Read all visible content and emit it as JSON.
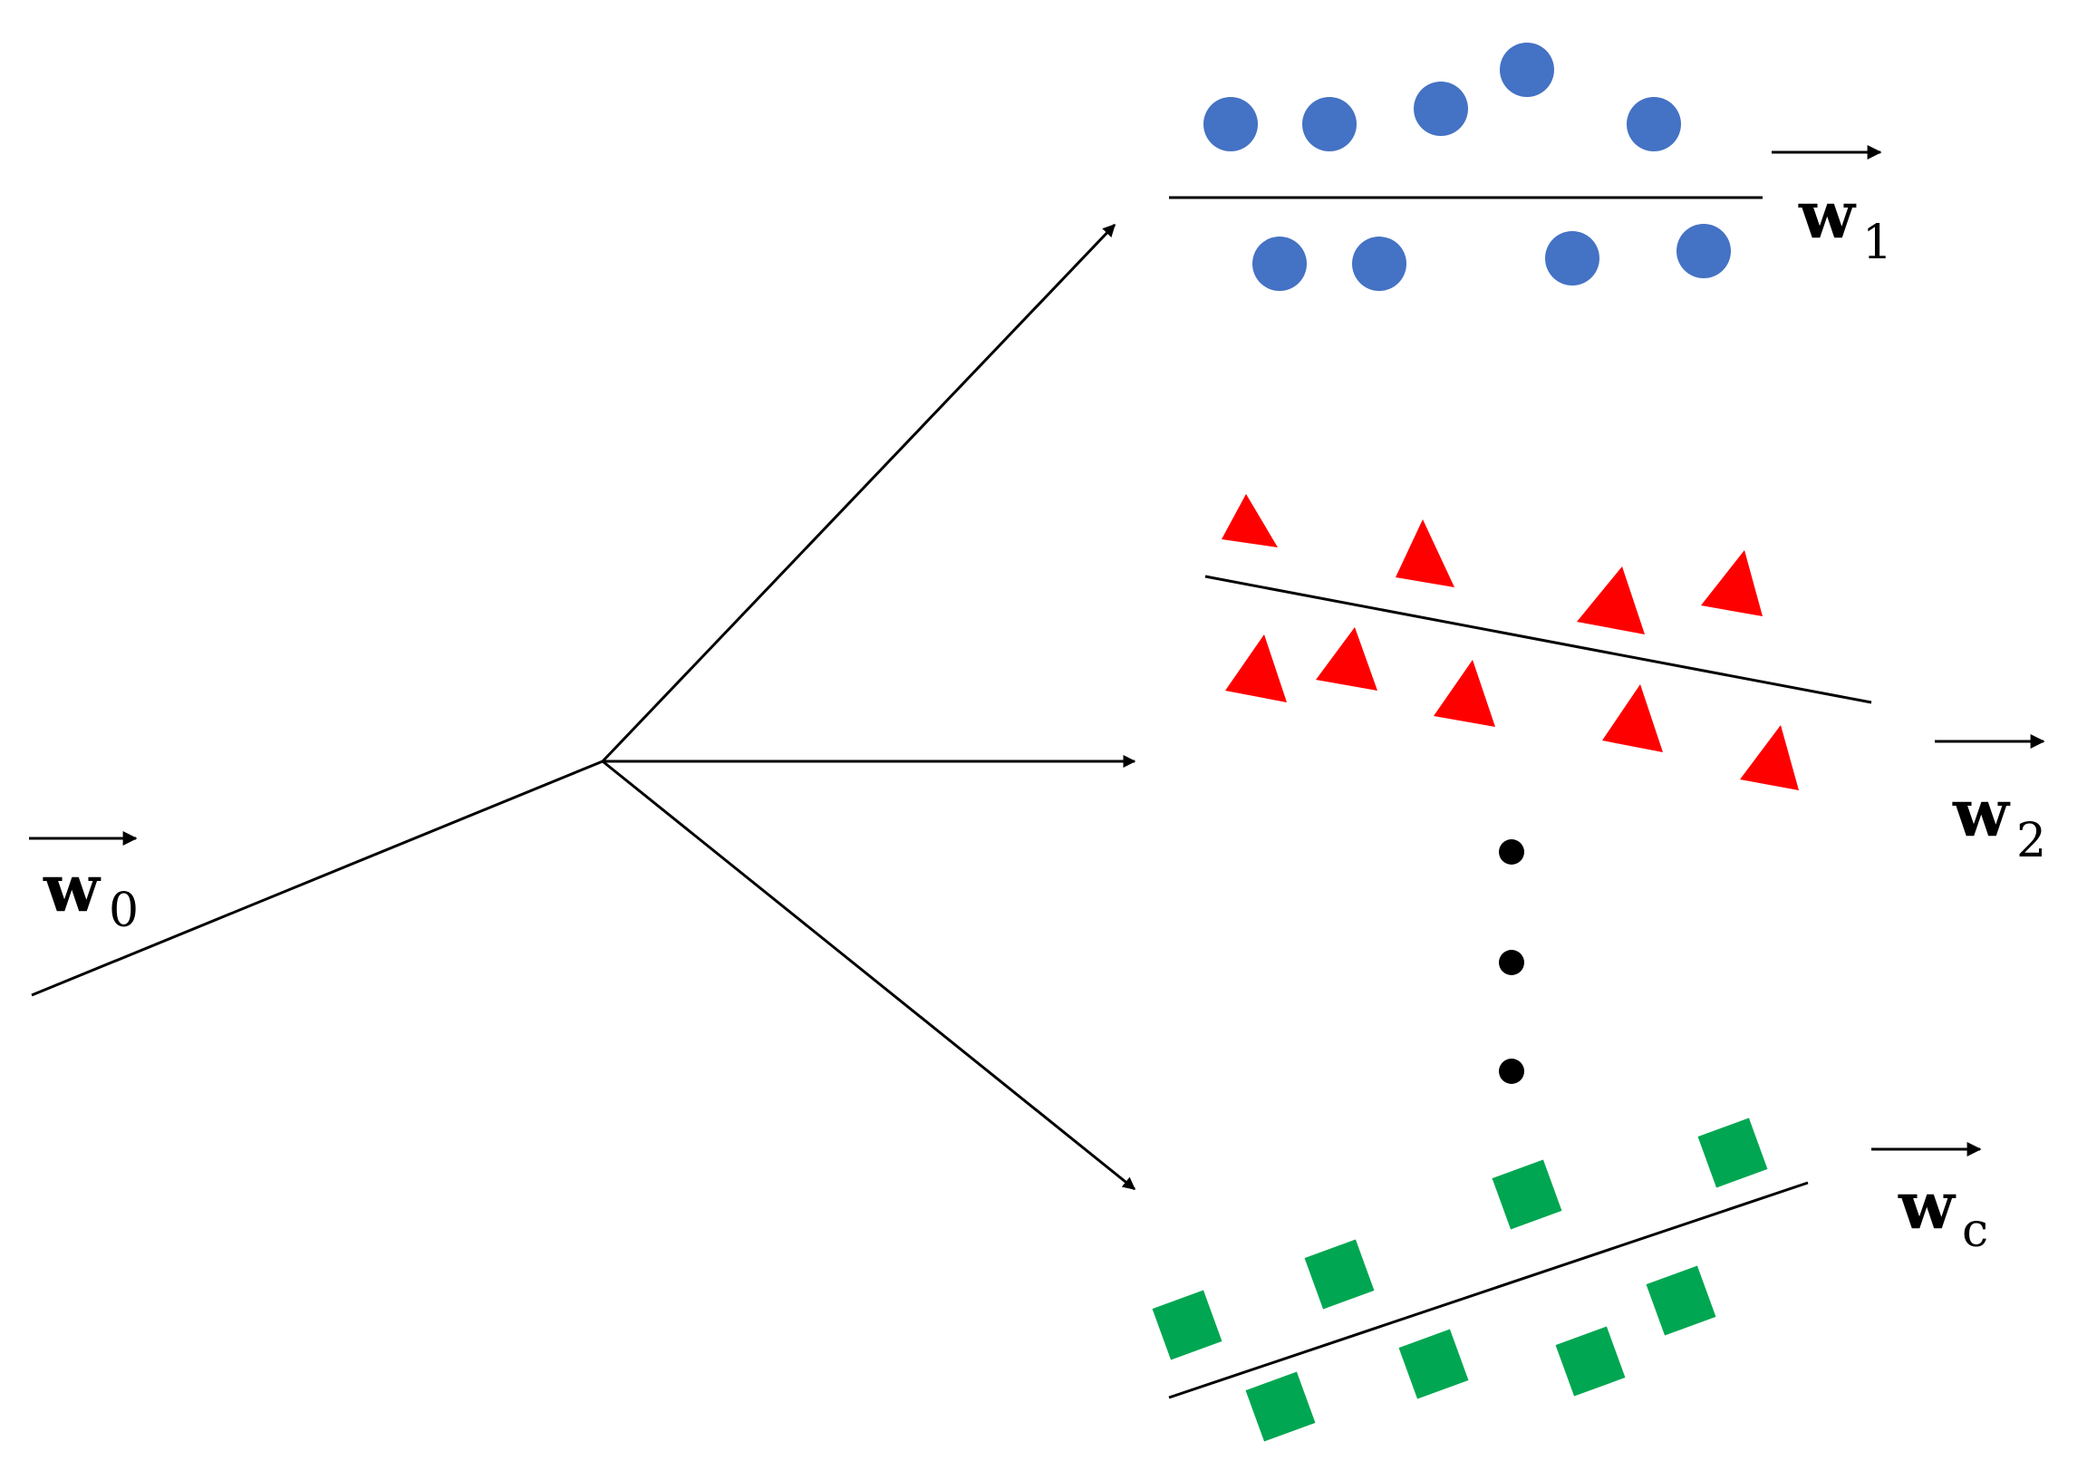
{
  "colors": {
    "line": "#000000",
    "class1": "#4472c4",
    "class2": "#ff0000",
    "classc": "#00a651"
  },
  "labels": {
    "w0": {
      "main": "w",
      "sub": "0"
    },
    "w1": {
      "main": "w",
      "sub": "1"
    },
    "w2": {
      "main": "w",
      "sub": "2"
    },
    "wc": {
      "main": "w",
      "sub": "c"
    }
  },
  "icons": {
    "class1_marker": "circle",
    "class2_marker": "triangle",
    "classc_marker": "square",
    "ellipsis": "vertical-dots"
  }
}
